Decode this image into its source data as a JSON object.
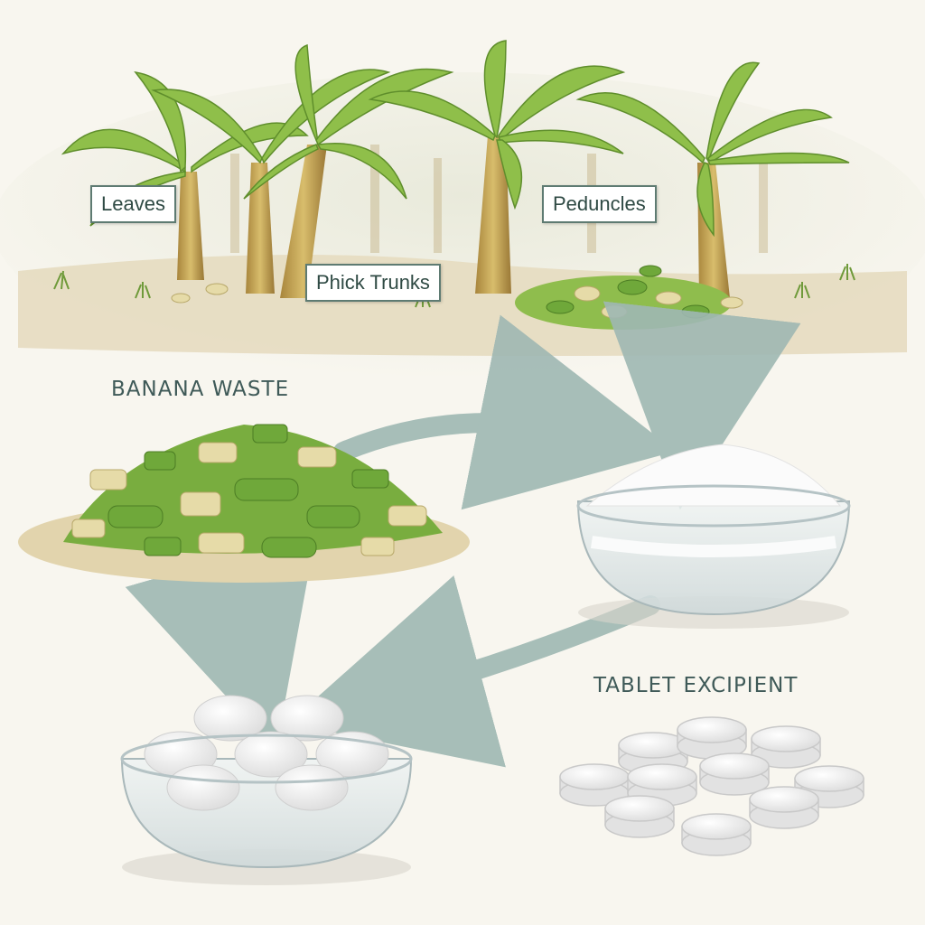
{
  "plant_labels": {
    "leaves": "Leaves",
    "peduncles": "Peduncles",
    "trunks": "Phick Trunks"
  },
  "sections": {
    "banana_waste": "BANANA WASTE",
    "tablet_excipient": "TABLET EXCIPIENT"
  },
  "colors": {
    "background": "#f8f6ef",
    "label_border": "#5e7b72",
    "title_text": "#3f5a58",
    "arrow": "#9fb8b3",
    "leaf_green": "#8fbf4a",
    "trunk": "#c9a85a",
    "chip_green": "#6fa83a",
    "chip_pulp": "#e6dba8"
  }
}
